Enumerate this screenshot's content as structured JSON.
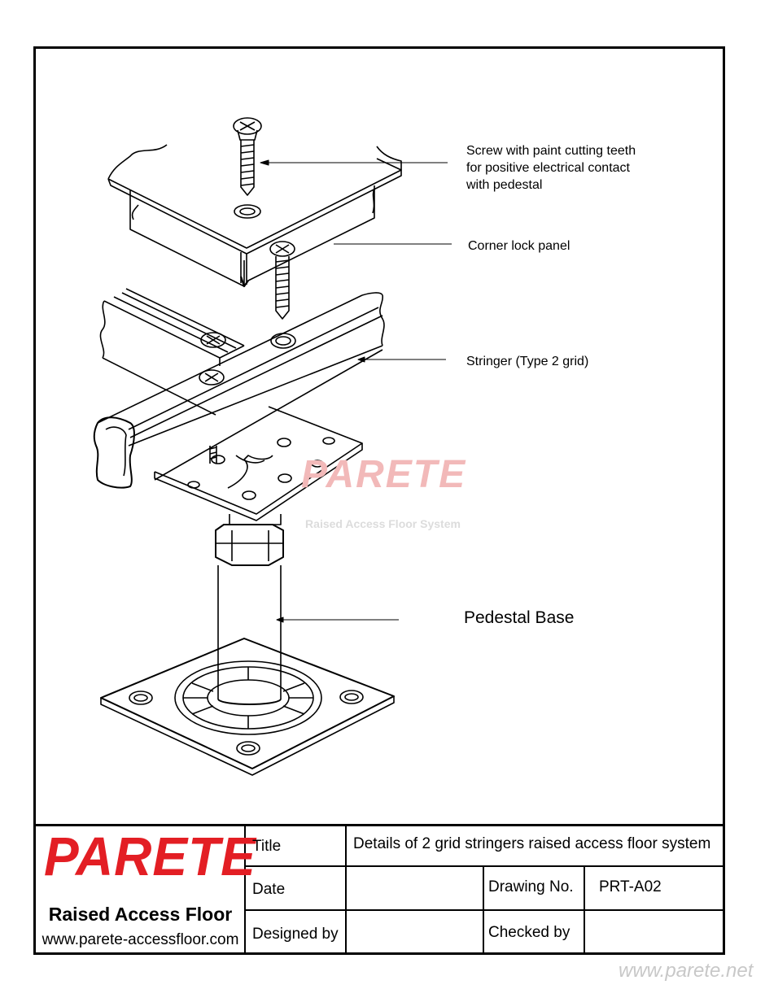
{
  "callouts": {
    "screw": "Screw with paint cutting teeth\nfor positive electrical contact\nwith pedestal",
    "panel": "Corner lock panel",
    "stringer": "Stringer (Type 2 grid)",
    "pedestal": "Pedestal Base"
  },
  "watermark": {
    "logo": "PARETE",
    "subtitle": "Raised Access Floor System"
  },
  "title_block": {
    "logo": "PARETE",
    "logo_subtitle": "Raised Access Floor",
    "website": "www.parete-accessfloor.com",
    "title_label": "Title",
    "title_value": "Details of 2 grid stringers raised access floor system",
    "date_label": "Date",
    "date_value": "",
    "drawing_no_label": "Drawing No.",
    "drawing_no_value": "PRT-A02",
    "designed_by_label": "Designed by",
    "designed_by_value": "",
    "checked_by_label": "Checked by",
    "checked_by_value": ""
  },
  "footer_url": "www.parete.net",
  "colors": {
    "brand_red": "#e31e24",
    "line": "#000000"
  }
}
